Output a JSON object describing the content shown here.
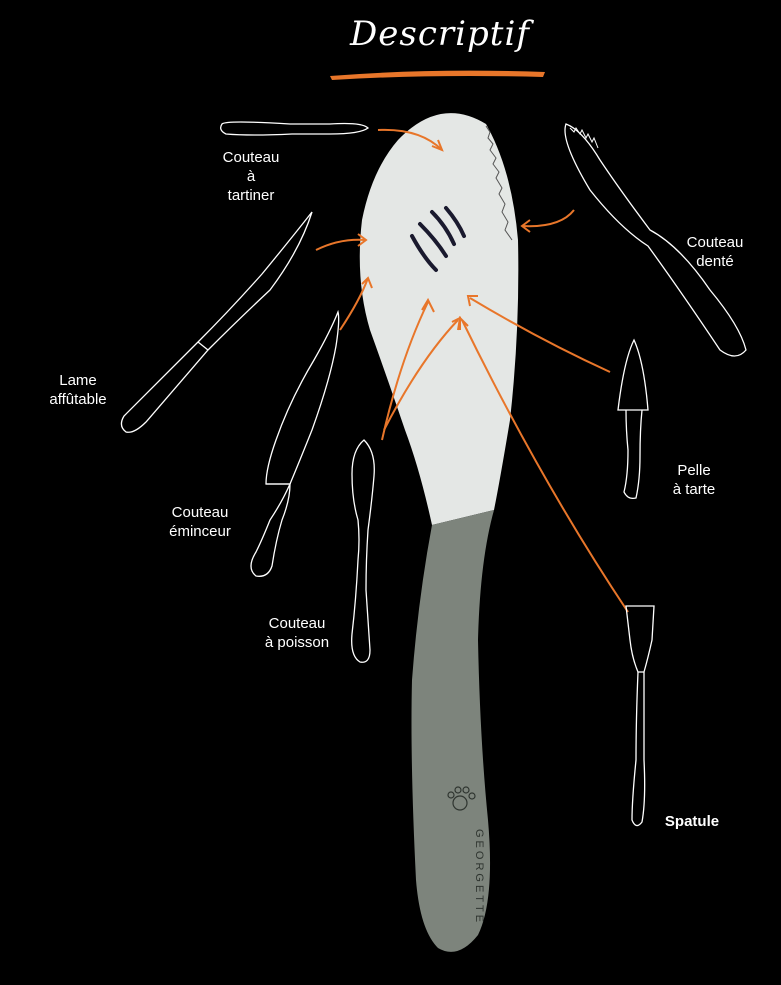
{
  "title": "Descriptif",
  "brand": "GEORGETTE",
  "colors": {
    "background": "#000000",
    "accent": "#e8762a",
    "blade": "#e4e7e5",
    "handle": "#7d847c",
    "outline": "#ffffff"
  },
  "labels": {
    "couteau_tartiner": [
      "Couteau",
      "à",
      "tartiner"
    ],
    "couteau_dente": [
      "Couteau",
      "denté"
    ],
    "lame_affutable": [
      "Lame",
      "affûtable"
    ],
    "couteau_eminceur": [
      "Couteau",
      "éminceur"
    ],
    "couteau_poisson": [
      "Couteau",
      "à poisson"
    ],
    "pelle_tarte": [
      "Pelle",
      "à tarte"
    ],
    "spatule": "Spatule"
  }
}
